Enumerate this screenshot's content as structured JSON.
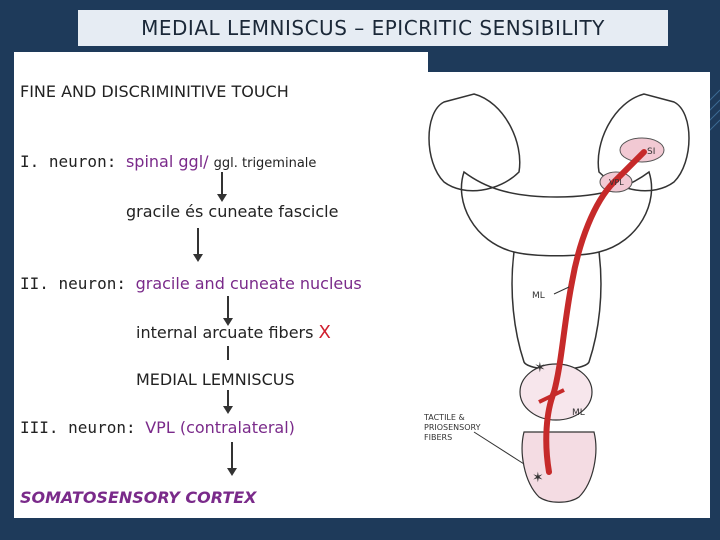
{
  "title": "MEDIAL LEMNISCUS – EPICRITIC SENSIBILITY",
  "left": {
    "heading": "FINE AND DISCRIMINITIVE TOUCH",
    "neuron1_prefix": "I. neuron: ",
    "neuron1_highlight": "spinal ggl/",
    "neuron1_suffix": "ggl. trigeminale",
    "fascicle": "gracile és cuneate fascicle",
    "neuron2_prefix": "II. neuron: ",
    "neuron2_highlight": "gracile and cuneate nucleus",
    "arcuate": "internal arcuate fibers",
    "cross_mark": "X",
    "lemniscus": "MEDIAL LEMNISCUS",
    "neuron3_prefix": "III. neuron: ",
    "neuron3_highlight": "VPL (contralateral)",
    "cortex": "SOMATOSENSORY CORTEX"
  },
  "diagram": {
    "label_si": "SI",
    "label_vpl": "VPL",
    "label_ml_upper": "ML",
    "label_ml_lower": "ML",
    "label_fibers_1": "TACTILE &",
    "label_fibers_2": "PRIOSENSORY",
    "label_fibers_3": "FIBERS"
  },
  "colors": {
    "background": "#1e3a5a",
    "pathway": "#c62a2a",
    "highlight_purple": "#7a2a8a",
    "highlight_red": "#d0202f"
  }
}
